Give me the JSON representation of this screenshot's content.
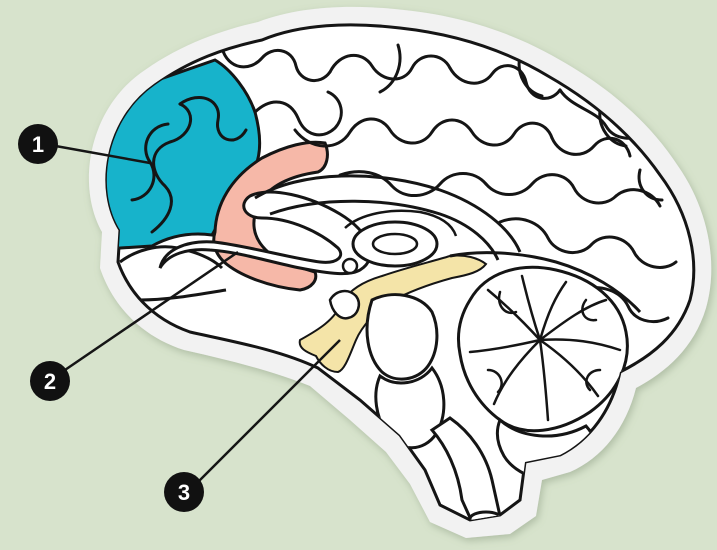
{
  "colors": {
    "background": "#d7e3cc",
    "outline": "#151515",
    "brain_fill": "#ffffff",
    "sticker_border": "#f2f2f2",
    "region_1": "#17b3cb",
    "region_2": "#f6b8a8",
    "region_3": "#f4e4a8",
    "marker": "#111111"
  },
  "markers": [
    {
      "label": "1"
    },
    {
      "label": "2"
    },
    {
      "label": "3"
    }
  ]
}
